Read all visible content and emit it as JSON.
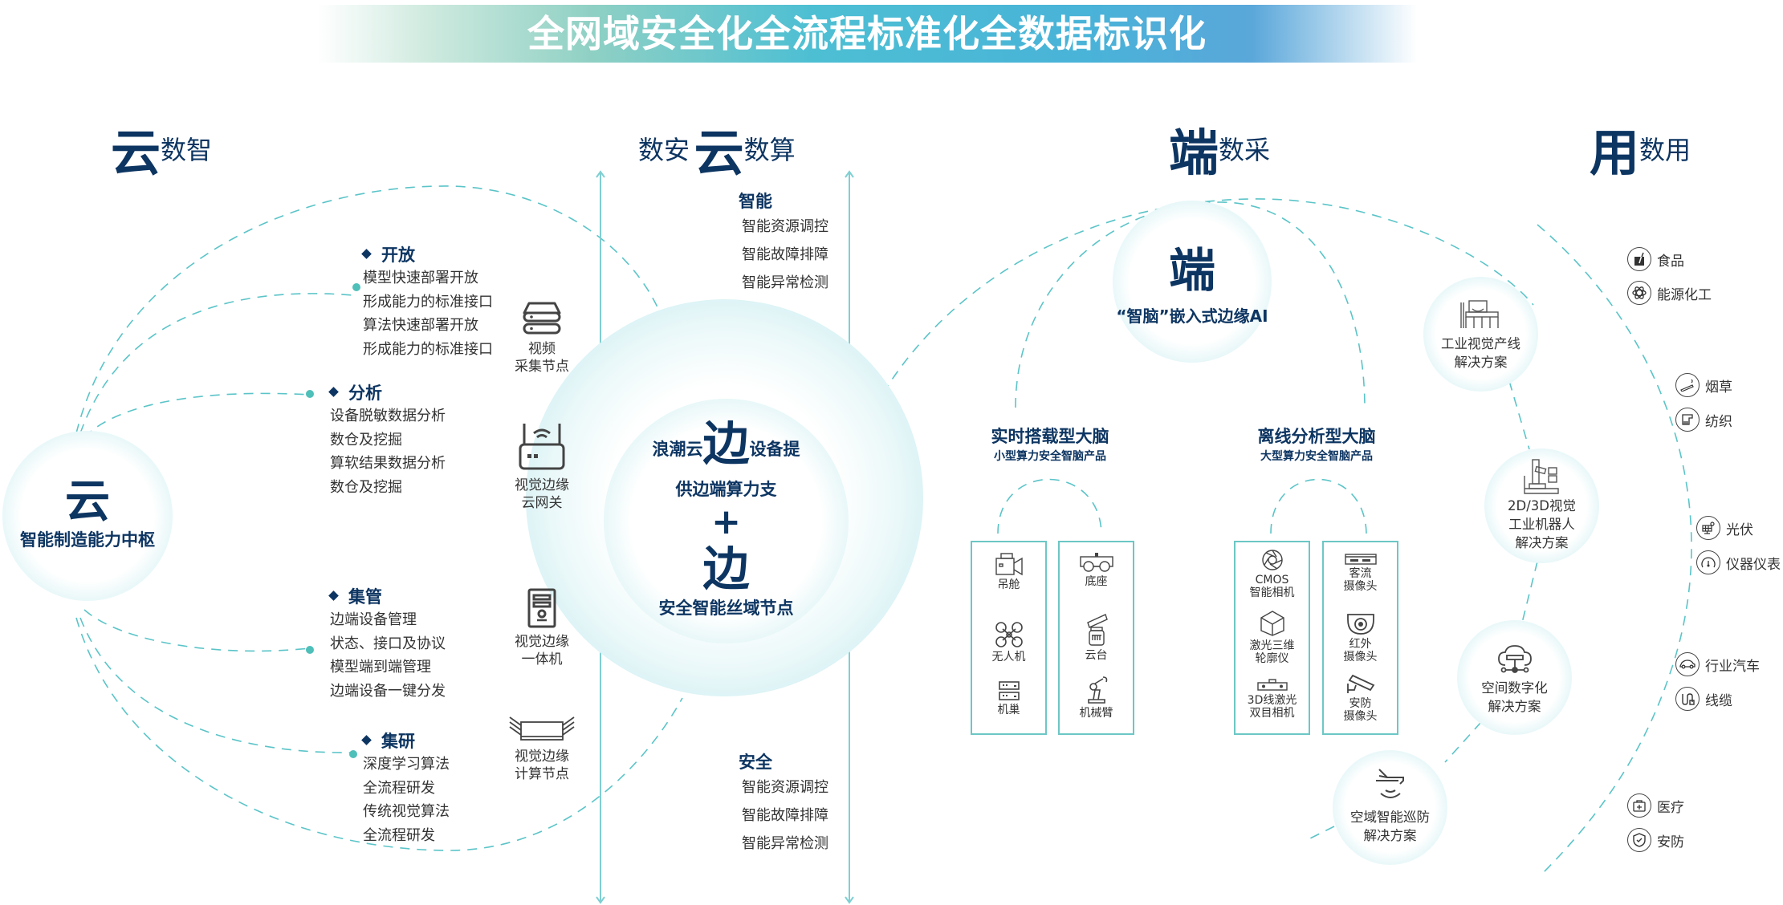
{
  "banner": {
    "title": "全网域安全化全流程标准化全数据标识化"
  },
  "sections": {
    "cloud_left": {
      "big": "云",
      "small": "数智"
    },
    "cloud_mid": {
      "prefix": "数安",
      "big": "云",
      "small": "数算"
    },
    "edge": {
      "big": "端",
      "small": "数采"
    },
    "use": {
      "big": "用",
      "small": "数用"
    }
  },
  "hub": {
    "big": "云",
    "label": "智能制造能力中枢"
  },
  "groups": [
    {
      "title": "开放",
      "lines": [
        "模型快速部署开放",
        "形成能力的标准接口",
        "算法快速部署开放",
        "形成能力的标准接口"
      ]
    },
    {
      "title": "分析",
      "lines": [
        "设备脱敏数据分析",
        "数仓及挖掘",
        "算软结果数据分析",
        "数仓及挖掘"
      ]
    },
    {
      "title": "集管",
      "lines": [
        "边端设备管理",
        "状态、接口及协议",
        "模型端到端管理",
        "边端设备一键分发"
      ]
    },
    {
      "title": "集研",
      "lines": [
        "深度学习算法",
        "全流程研发",
        "传统视觉算法",
        "全流程研发"
      ]
    }
  ],
  "nodes": [
    {
      "icon": "storage-icon",
      "lines": [
        "视频",
        "采集节点"
      ]
    },
    {
      "icon": "router-icon",
      "lines": [
        "视觉边缘",
        "云网关"
      ]
    },
    {
      "icon": "server-tower-icon",
      "lines": [
        "视觉边缘",
        "一体机"
      ]
    },
    {
      "icon": "compute-node-icon",
      "lines": [
        "视觉边缘",
        "计算节点"
      ]
    }
  ],
  "middle": {
    "smart": {
      "title": "智能",
      "lines": [
        "智能资源调控",
        "智能故障排障",
        "智能异常检测"
      ]
    },
    "safety": {
      "title": "安全",
      "lines": [
        "智能资源调控",
        "智能故障排障",
        "智能异常检测"
      ]
    },
    "center": {
      "pre": "浪潮云",
      "big1": "边",
      "post": "设备提",
      "line2": "供边端算力支",
      "plus": "+",
      "big2": "边",
      "line3": "安全智能丝域节点"
    }
  },
  "edge_hub": {
    "big": "端",
    "label": "“智脑”嵌入式边缘AI"
  },
  "brains": [
    {
      "title": "实时搭载型大脑",
      "sub": "小型算力安全智脑产品"
    },
    {
      "title": "离线分析型大脑",
      "sub": "大型算力安全智脑产品"
    }
  ],
  "device_columns": [
    [
      {
        "icon": "gimbal-camera-icon",
        "label": [
          "吊舱"
        ]
      },
      {
        "icon": "drone-icon",
        "label": [
          "无人机"
        ]
      },
      {
        "icon": "dock-icon",
        "label": [
          "机巢"
        ]
      }
    ],
    [
      {
        "icon": "chassis-icon",
        "label": [
          "底座"
        ]
      },
      {
        "icon": "pan-tilt-icon",
        "label": [
          "云台"
        ]
      },
      {
        "icon": "robot-arm-icon",
        "label": [
          "机械臂"
        ]
      }
    ],
    [
      {
        "icon": "aperture-icon",
        "label": [
          "CMOS",
          "智能相机"
        ]
      },
      {
        "icon": "cube-icon",
        "label": [
          "激光三维",
          "轮廓仪"
        ]
      },
      {
        "icon": "stereo-camera-icon",
        "label": [
          "3D线激光",
          "双目相机"
        ]
      }
    ],
    [
      {
        "icon": "flow-camera-icon",
        "label": [
          "客流",
          "摄像头"
        ]
      },
      {
        "icon": "dome-camera-icon",
        "label": [
          "红外",
          "摄像头"
        ]
      },
      {
        "icon": "security-camera-icon",
        "label": [
          "安防",
          "摄像头"
        ]
      }
    ]
  ],
  "solutions": [
    {
      "icon": "production-line-icon",
      "lines": [
        "工业视觉产线",
        "解决方案"
      ]
    },
    {
      "icon": "robot-vision-icon",
      "lines": [
        "2D/3D视觉",
        "工业机器人",
        "解决方案"
      ]
    },
    {
      "icon": "cloud-network-icon",
      "lines": [
        "空间数字化",
        "解决方案"
      ]
    },
    {
      "icon": "drone-signal-icon",
      "lines": [
        "空域智能巡防",
        "解决方案"
      ]
    }
  ],
  "industries": [
    {
      "icon": "food-icon",
      "label": "食品"
    },
    {
      "icon": "atom-icon",
      "label": "能源化工"
    },
    {
      "icon": "cigarette-icon",
      "label": "烟草"
    },
    {
      "icon": "textile-icon",
      "label": "纺织"
    },
    {
      "icon": "solar-panel-icon",
      "label": "光伏"
    },
    {
      "icon": "gauge-icon",
      "label": "仪器仪表"
    },
    {
      "icon": "car-icon",
      "label": "行业汽车"
    },
    {
      "icon": "cable-icon",
      "label": "线缆"
    },
    {
      "icon": "medical-kit-icon",
      "label": "医疗"
    },
    {
      "icon": "shield-check-icon",
      "label": "安防"
    }
  ],
  "colors": {
    "navy": "#0d3562",
    "teal": "#6cc7c5",
    "dash": "#5bc4c8",
    "dot": "#4fbfb9"
  }
}
